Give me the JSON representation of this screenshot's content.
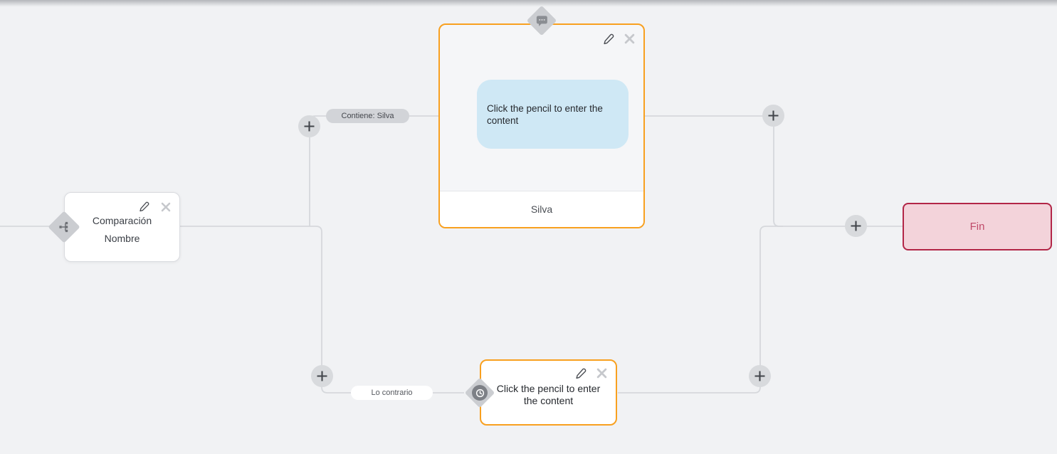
{
  "flow": {
    "condition_node": {
      "title": "Comparación",
      "subtitle": "Nombre"
    },
    "message_node": {
      "placeholder": "Click the pencil to enter the content",
      "footer_label": "Silva"
    },
    "default_node": {
      "placeholder": "Click the pencil to enter the content"
    },
    "end_node": {
      "label": "Fin"
    },
    "edge_labels": {
      "match": "Contiene: Silva",
      "else": "Lo contrario"
    }
  },
  "icons": {
    "condition_port": "branch-icon",
    "message_port": "chat-bubble-icon",
    "default_port": "clock-icon",
    "edit": "pencil-icon",
    "delete": "close-icon",
    "add": "plus-icon"
  },
  "colors": {
    "canvas_bg": "#F1F2F4",
    "connector": "#D6D8DC",
    "accent_orange": "#F8A01F",
    "bubble_bg": "#CFE8F5",
    "end_bg": "#F3D3DA",
    "end_border": "#B22647",
    "end_text": "#C04A69",
    "pill_gray": "#D2D4D8",
    "port_diamond": "#CBCDD1"
  }
}
